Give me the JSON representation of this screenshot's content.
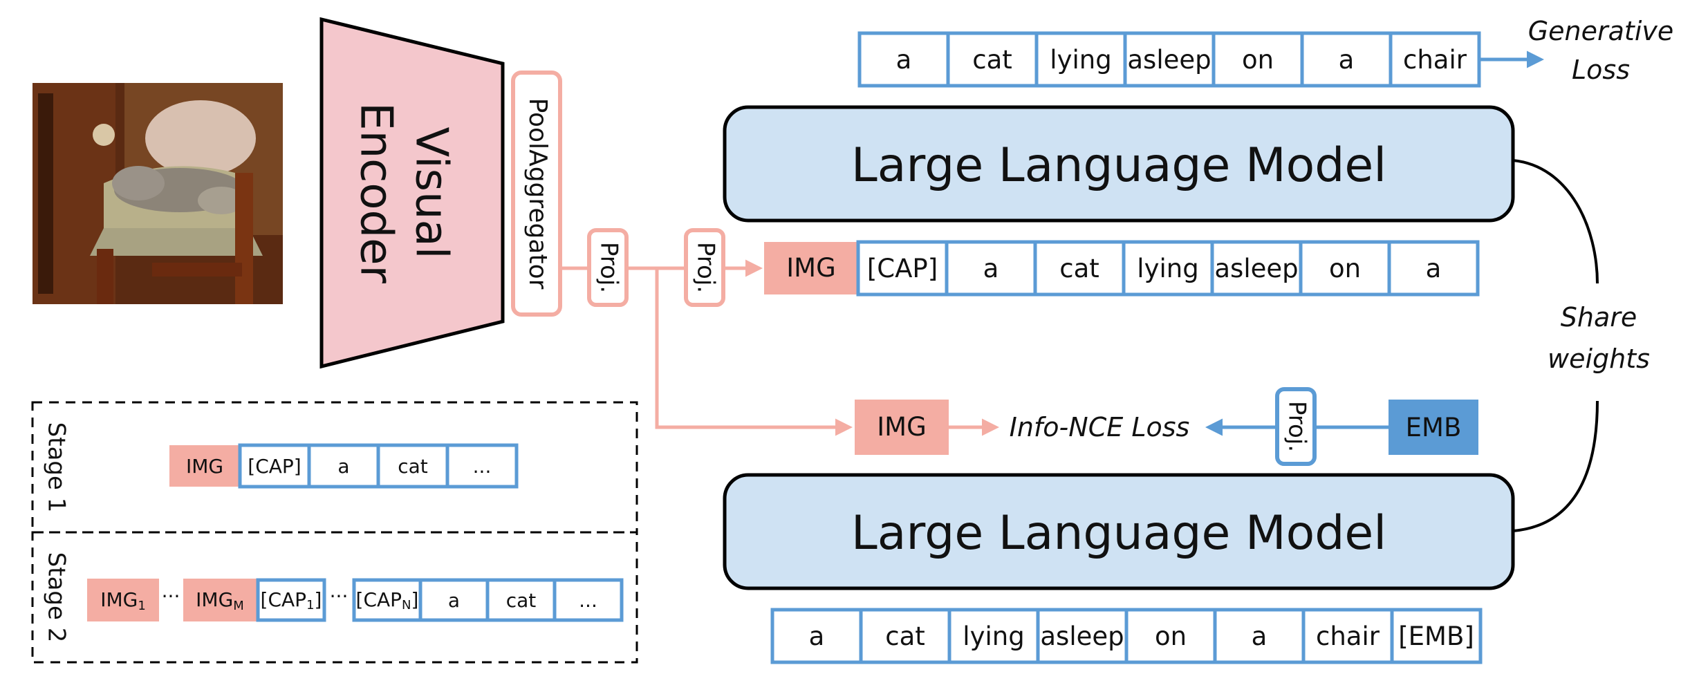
{
  "visual_encoder": {
    "line1": "Visual",
    "line2": "Encoder"
  },
  "pool_aggregator": "PoolAggregator",
  "proj_label": "Proj.",
  "llm_label": "Large Language Model",
  "img_token": "IMG",
  "emb_token": "EMB",
  "top_tokens": [
    "a",
    "cat",
    "lying",
    "asleep",
    "on",
    "a",
    "chair"
  ],
  "mid_tokens": [
    "[CAP]",
    "a",
    "cat",
    "lying",
    "asleep",
    "on",
    "a"
  ],
  "bottom_tokens": [
    "a",
    "cat",
    "lying",
    "asleep",
    "on",
    "a",
    "chair",
    "[EMB]"
  ],
  "generative_loss": {
    "line1": "Generative",
    "line2": "Loss"
  },
  "info_nce_loss": "Info-NCE Loss",
  "share_weights": {
    "line1": "Share",
    "line2": "weights"
  },
  "stage1": {
    "label": "Stage 1",
    "img": "IMG",
    "tokens": [
      "[CAP]",
      "a",
      "cat",
      "..."
    ]
  },
  "stage2": {
    "label": "Stage 2",
    "img_first": {
      "base": "IMG",
      "sub": "1"
    },
    "img_last": {
      "base": "IMG",
      "sub": "M"
    },
    "cap_first": {
      "base": "[CAP",
      "sub": "1",
      "close": "]"
    },
    "cap_last": {
      "base": "[CAP",
      "sub": "N",
      "close": "]"
    },
    "ellipsis": "···",
    "tokens": [
      "a",
      "cat",
      "..."
    ]
  },
  "colors": {
    "pink": "#f4ada3",
    "blue": "#5b9bd5",
    "llm_fill": "#cfe2f3",
    "encoder_fill": "#f4c7cc",
    "emb_fill": "#5b9bd5"
  }
}
